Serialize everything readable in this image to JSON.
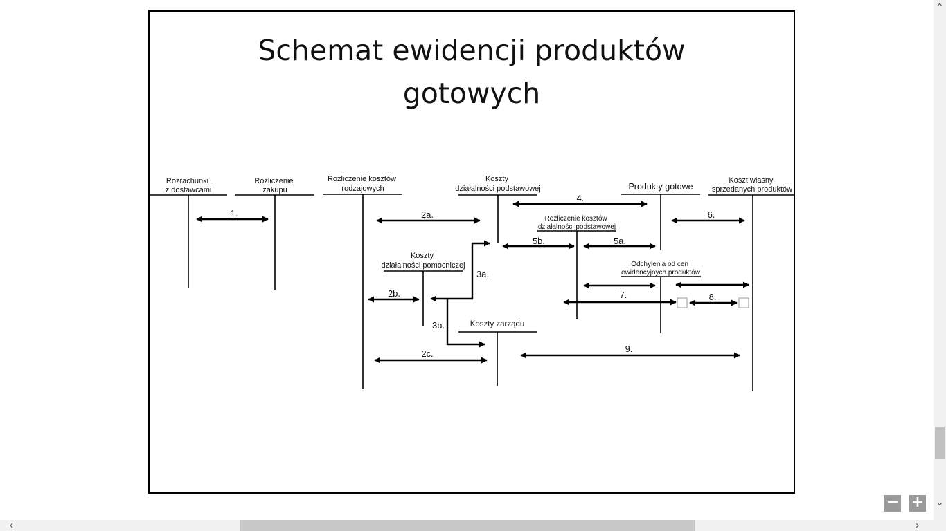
{
  "title": {
    "line1": "Schemat ewidencji produktów",
    "line2": "gotowych"
  },
  "accounts": [
    {
      "id": "rozrachunki",
      "lines": [
        "Rozrachunki",
        "z dostawcami"
      ]
    },
    {
      "id": "rozliczenie-zakupu",
      "lines": [
        "Rozliczenie",
        "zakupu"
      ]
    },
    {
      "id": "koszty-rodzajowe",
      "lines": [
        "Rozliczenie kosztów",
        "rodzajowych"
      ]
    },
    {
      "id": "koszty-podstawowej",
      "lines": [
        "Koszty",
        "działalności podstawowej"
      ]
    },
    {
      "id": "produkty-gotowe",
      "lines": [
        "Produkty gotowe"
      ]
    },
    {
      "id": "koszt-wlasny",
      "lines": [
        "Koszt własny",
        "sprzedanych produktów"
      ]
    },
    {
      "id": "rozliczenie-podstawowej",
      "lines": [
        "Rozliczenie kosztów",
        "działalności podstawowej"
      ]
    },
    {
      "id": "koszty-pomocniczej",
      "lines": [
        "Koszty",
        "działalności pomocniczej"
      ]
    },
    {
      "id": "odchylenia",
      "lines": [
        "Odchylenia od cen",
        "ewidencyjnych produktów"
      ]
    },
    {
      "id": "koszty-zarzadu",
      "lines": [
        "Koszty zarządu"
      ]
    }
  ],
  "flows": [
    "1.",
    "2a.",
    "2b.",
    "2c.",
    "3a.",
    "3b.",
    "4.",
    "5a.",
    "5b.",
    "6.",
    "7.",
    "8.",
    "9."
  ],
  "icons": {
    "scroll_up": "chevron-up-icon",
    "scroll_down": "chevron-down-icon",
    "scroll_left": "chevron-left-icon",
    "scroll_right": "chevron-right-icon",
    "zoom_out": "minus-icon",
    "zoom_in": "plus-icon"
  },
  "colors": {
    "ink": "#000000",
    "zoom_button": "#9a9a9a",
    "scroll_track": "#f1f1f1"
  }
}
